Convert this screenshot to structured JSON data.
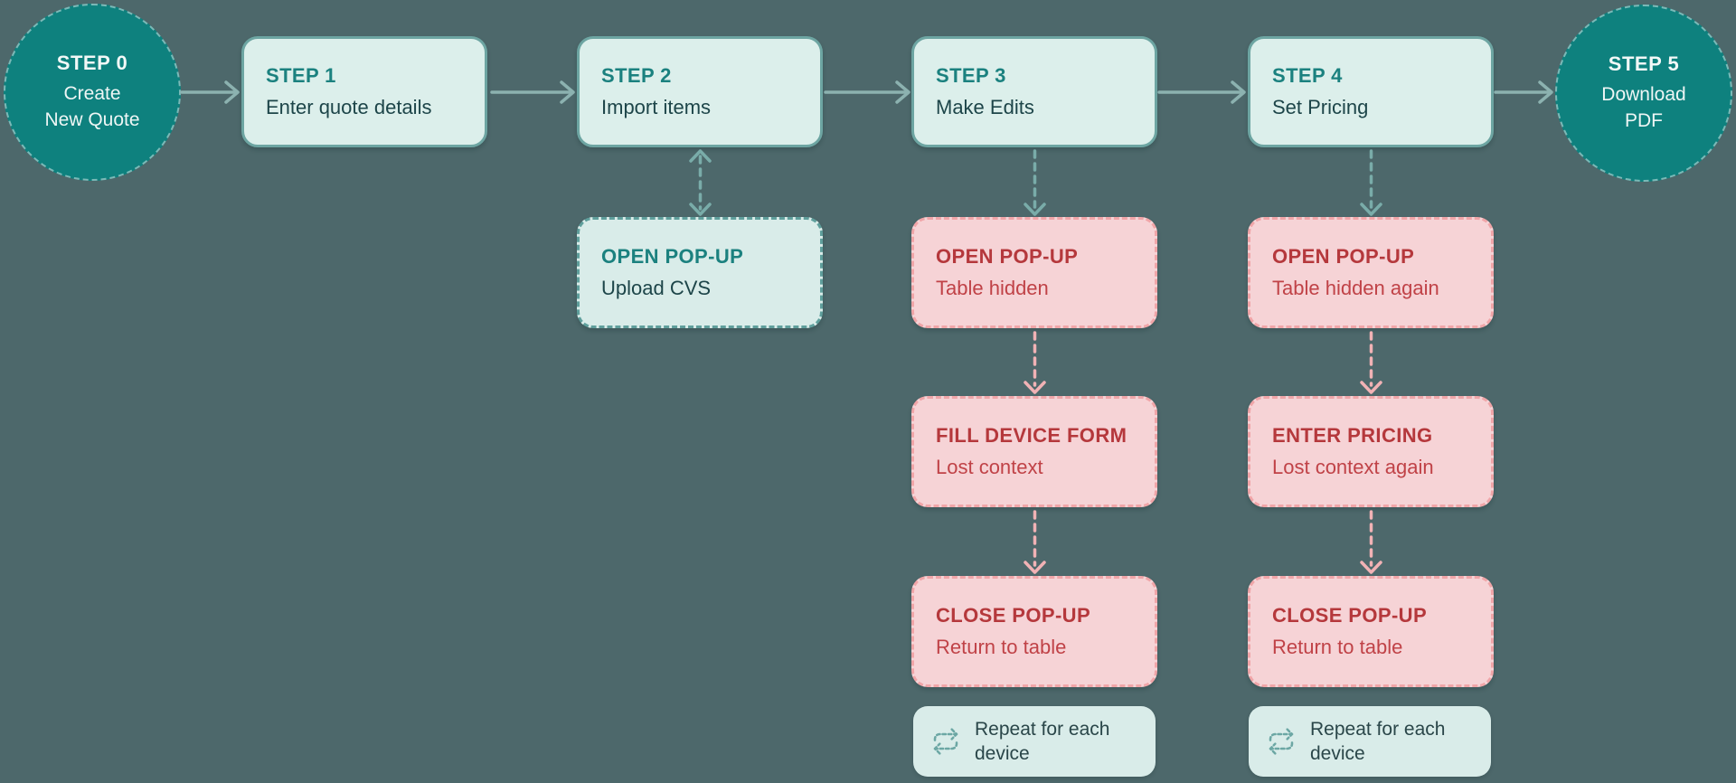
{
  "colors": {
    "background": "#4d686b",
    "node_circle_fill": "#0e817e",
    "node_box_fill": "#dcefeb",
    "node_box_border": "#6da5a2",
    "teal_title_text": "#1b817f",
    "dark_body_text": "#1d4549",
    "alert_box_fill": "#f6d3d6",
    "alert_box_border": "#f0a5a8",
    "alert_title_text": "#b5383c",
    "arrow_solid": "#8cb2b0",
    "arrow_teal_dashed": "#79aca9",
    "arrow_pink_dashed": "#f1b2b5"
  },
  "flow": {
    "start": {
      "label": "STEP 0",
      "line1": "Create",
      "line2": "New Quote"
    },
    "steps": [
      {
        "label": "STEP 1",
        "description": "Enter quote details"
      },
      {
        "label": "STEP 2",
        "description": "Import items"
      },
      {
        "label": "STEP 3",
        "description": "Make Edits"
      },
      {
        "label": "STEP 4",
        "description": "Set Pricing"
      }
    ],
    "end": {
      "label": "STEP 5",
      "line1": "Download",
      "line2": "PDF"
    },
    "popups": {
      "step2": {
        "title": "OPEN POP-UP",
        "subtitle": "Upload CVS"
      },
      "step3": [
        {
          "title": "OPEN POP-UP",
          "subtitle": "Table hidden"
        },
        {
          "title": "FILL DEVICE FORM",
          "subtitle": "Lost context"
        },
        {
          "title": "CLOSE POP-UP",
          "subtitle": "Return to table"
        }
      ],
      "step4": [
        {
          "title": "OPEN POP-UP",
          "subtitle": "Table hidden again"
        },
        {
          "title": "ENTER PRICING",
          "subtitle": "Lost context again"
        },
        {
          "title": "CLOSE POP-UP",
          "subtitle": "Return to table"
        }
      ]
    },
    "repeat_note": "Repeat for each device",
    "repeat_icon": "repeat-icon"
  }
}
